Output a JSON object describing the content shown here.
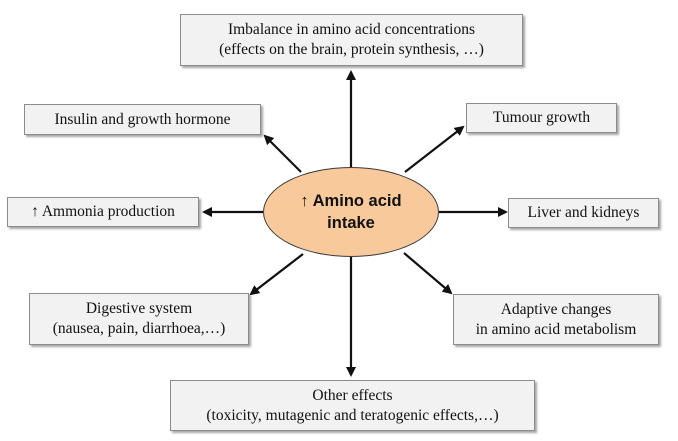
{
  "center": {
    "line1": "↑ Amino acid",
    "line2": "intake"
  },
  "nodes": {
    "top": {
      "line1": "Imbalance in amino acid concentrations",
      "line2": "(effects on the brain, protein synthesis, …)"
    },
    "insulin": {
      "line1": "Insulin and growth hormone"
    },
    "tumour": {
      "line1": "Tumour growth"
    },
    "ammonia": {
      "line1": "↑ Ammonia production"
    },
    "liver": {
      "line1": "Liver and kidneys"
    },
    "digestive": {
      "line1": "Digestive system",
      "line2": "(nausea, pain, diarrhoea,…)"
    },
    "adaptive": {
      "line1": "Adaptive changes",
      "line2": "in amino acid metabolism"
    },
    "other": {
      "line1": "Other effects",
      "line2": "(toxicity, mutagenic and teratogenic effects,…)"
    }
  },
  "colors": {
    "center_fill": "#f8c99a",
    "box_fill": "#f2f2f2",
    "arrow": "#111111"
  }
}
